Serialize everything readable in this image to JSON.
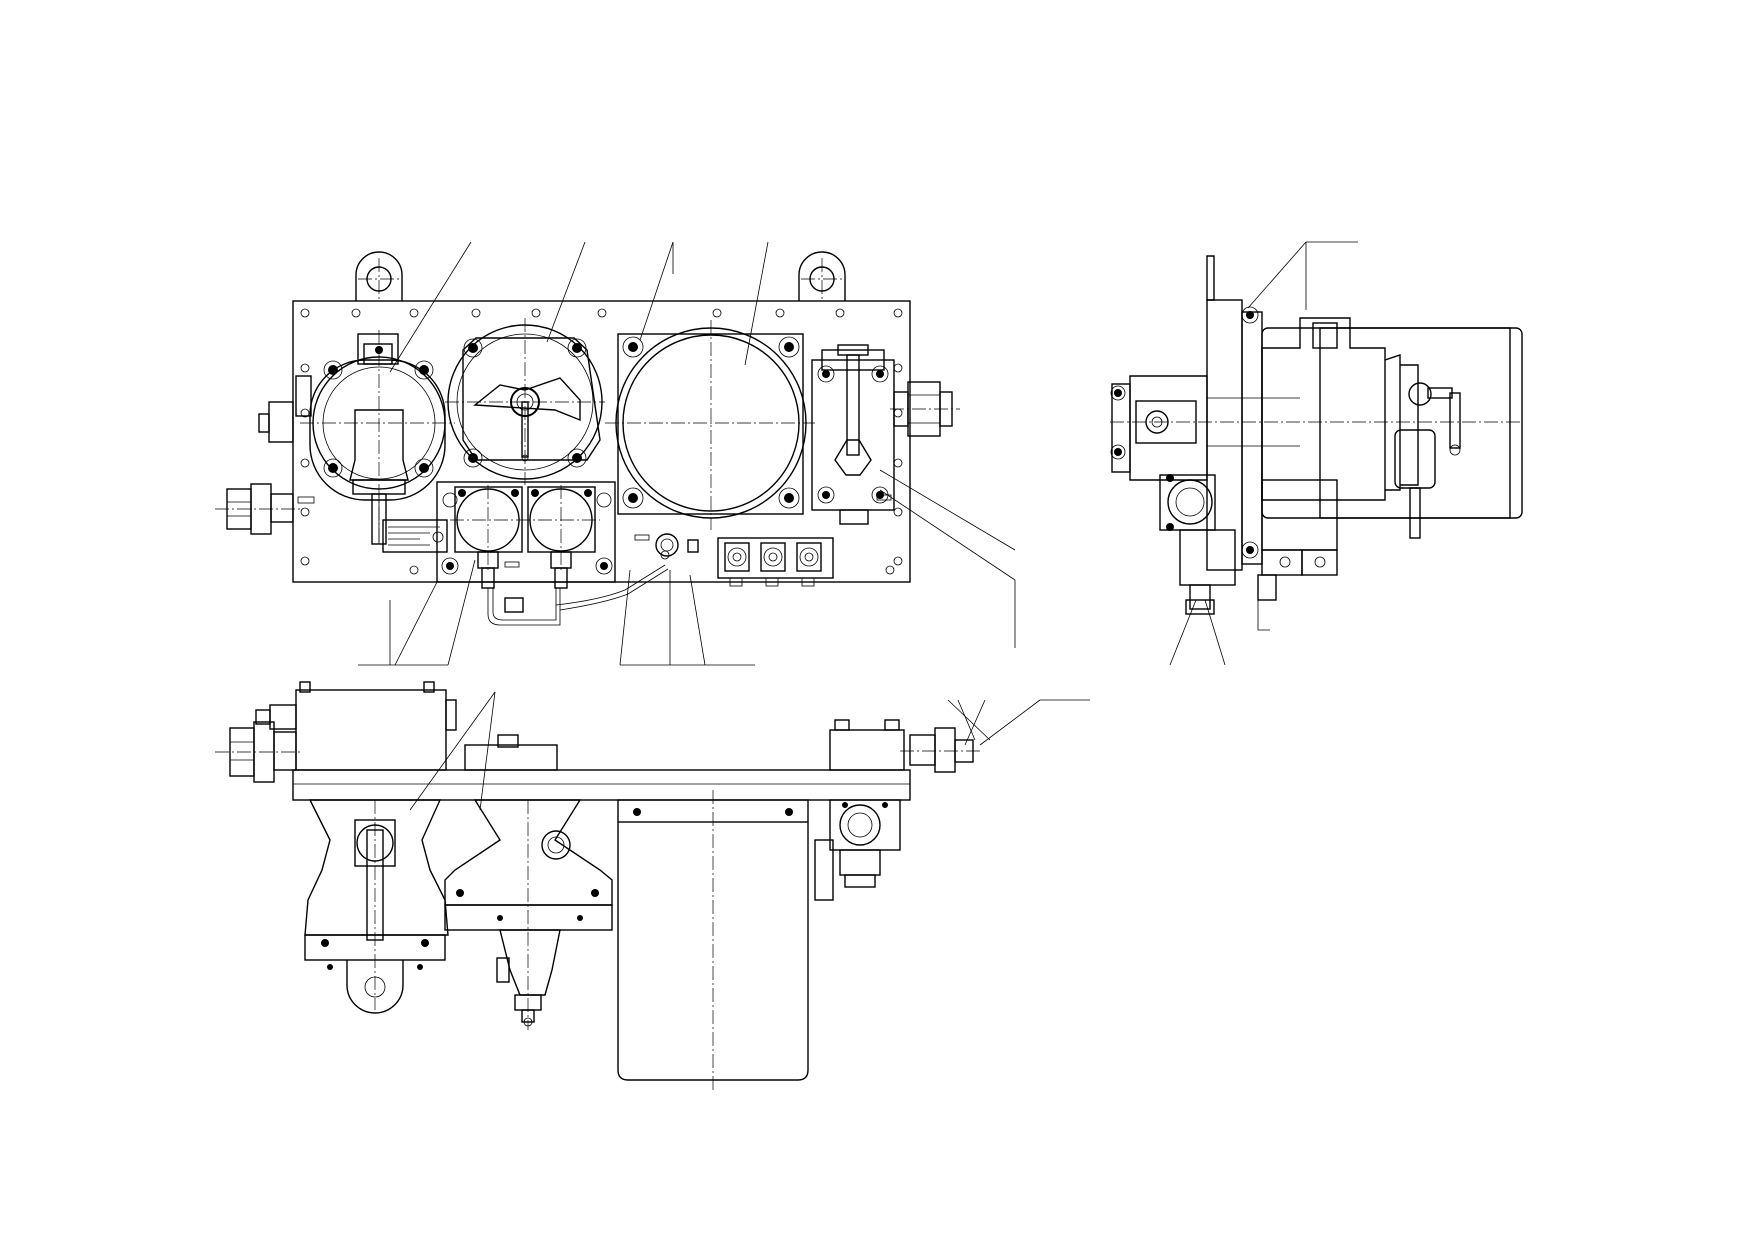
{
  "drawing": {
    "views": [
      {
        "id": "front-view"
      },
      {
        "id": "side-view"
      },
      {
        "id": "bottom-view"
      }
    ],
    "nameplate_text": "",
    "leader_labels": []
  }
}
